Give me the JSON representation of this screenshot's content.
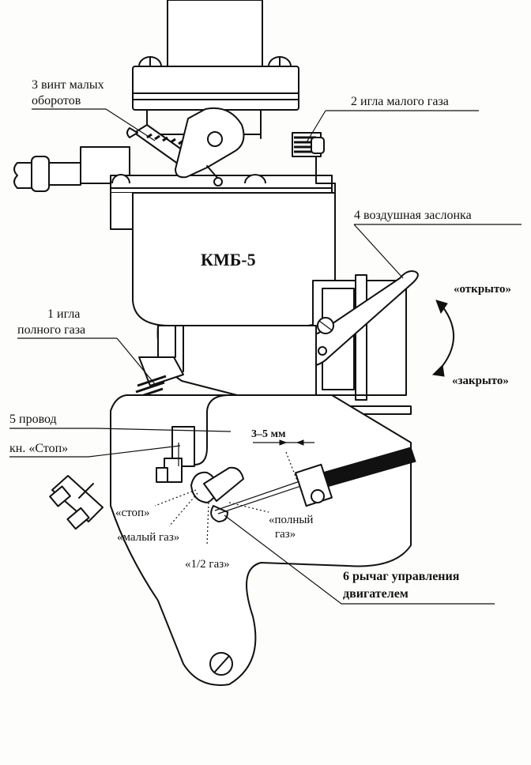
{
  "title": "КМБ-5",
  "labels": {
    "screw_low": "3 винт малых оборотов",
    "needle_low": "2 игла малого газа",
    "air_damper": "4 воздушная заслонка",
    "open": "«открыто»",
    "closed": "«закрыто»",
    "needle_full": "1 игла полного газа",
    "wire": "5 провод",
    "stop_button": "кн. «Стоп»",
    "gap": "3–5 мм",
    "stop": "«стоп»",
    "low_gas": "«малый газ»",
    "half_gas": "«1/2 газ»",
    "full_gas": "«полный газ»",
    "lever": "6 рычаг управления двигателем"
  }
}
